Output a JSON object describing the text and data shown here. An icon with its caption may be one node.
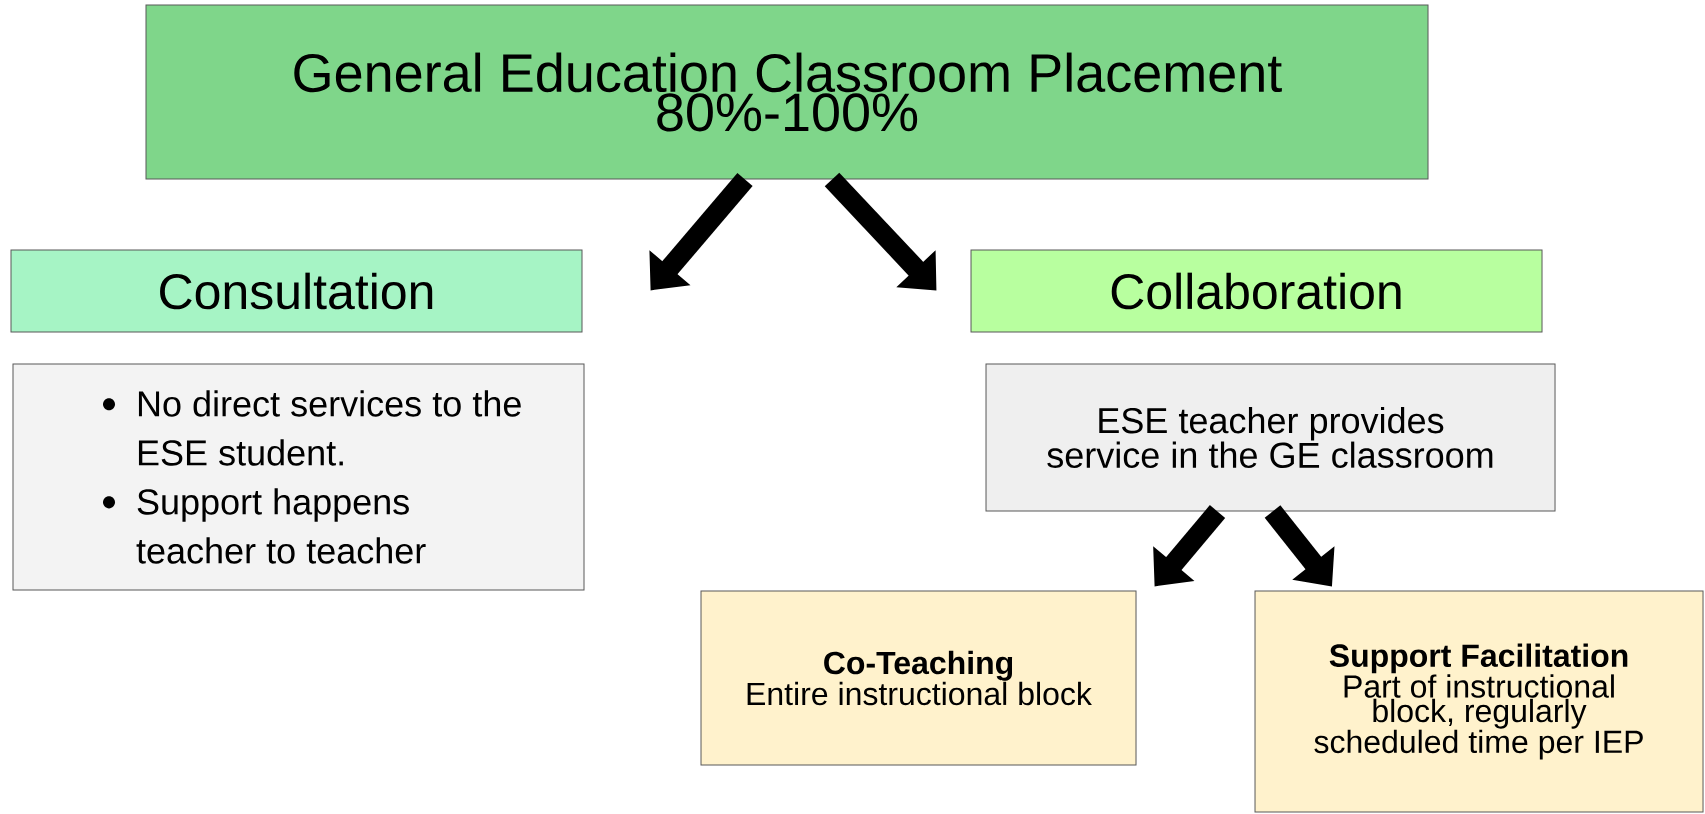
{
  "diagram": {
    "nodes": [
      {
        "text": [
          "General Education Classroom Placement",
          "80%-100%"
        ]
      },
      {
        "text": [
          "Consultation"
        ]
      },
      {
        "text": [
          "No direct services to the ESE student.",
          "Support happens teacher to teacher"
        ]
      },
      {
        "text": [
          "Collaboration"
        ]
      },
      {
        "text": [
          "ESE teacher provides service in the GE classroom"
        ]
      },
      {
        "text": [
          "Co-Teaching",
          "Entire instructional block"
        ]
      },
      {
        "text": [
          "Support Facilitation",
          "Part of instructional block, regularly scheduled time per IEP"
        ]
      }
    ],
    "edges": [
      {
        "from": 0,
        "to": 1,
        "arrow": "to"
      },
      {
        "from": 0,
        "to": 3,
        "arrow": "to"
      },
      {
        "from": 4,
        "to": 5,
        "arrow": "to"
      },
      {
        "from": 4,
        "to": 6,
        "arrow": "to"
      }
    ]
  }
}
